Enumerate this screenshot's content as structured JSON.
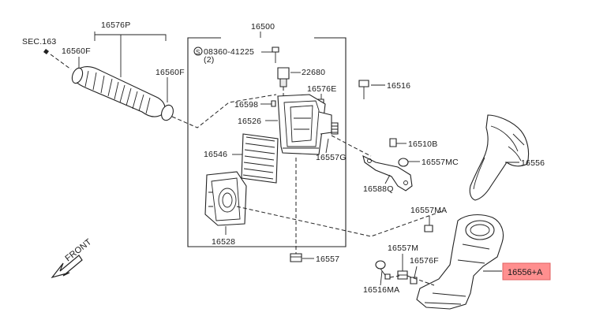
{
  "labels": {
    "sec": "SEC.163",
    "p16576P": "16576P",
    "p16560F_a": "16560F",
    "p16560F_b": "16560F",
    "p16500": "16500",
    "p08360": "08360-41225",
    "p08360_qty": "(2)",
    "p22680": "22680",
    "p16576E": "16576E",
    "p16516": "16516",
    "p16598": "16598",
    "p16526": "16526",
    "p16546": "16546",
    "p16557G": "16557G",
    "p16528": "16528",
    "p16510B": "16510B",
    "p16557MC": "16557MC",
    "p16588Q": "16588Q",
    "p16556": "16556",
    "p16557MA": "16557MA",
    "p16557": "16557",
    "p16557M": "16557M",
    "p16576F": "16576F",
    "p16516MA": "16516MA",
    "front": "FRONT",
    "highlight": "16556+A"
  },
  "colors": {
    "highlight_fill": "#ff8f8f",
    "line": "#222222"
  },
  "icons": {
    "screw_symbol": "circled-s",
    "front_arrow": "arrow-down-left"
  }
}
